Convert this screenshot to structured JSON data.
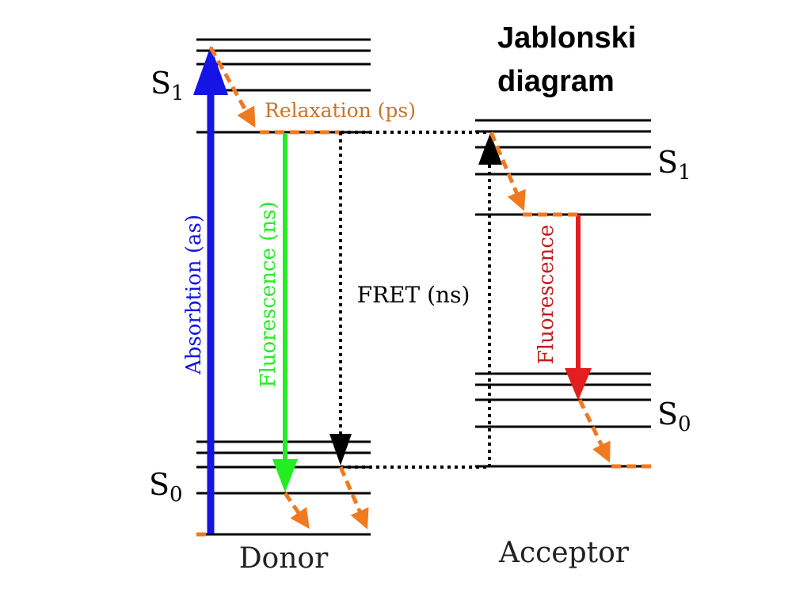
{
  "title": {
    "line1": "Jablonski",
    "line2": "diagram"
  },
  "donor": {
    "label": "Donor",
    "s1": {
      "letter": "S",
      "sub": "1"
    },
    "s0": {
      "letter": "S",
      "sub": "0"
    }
  },
  "acceptor": {
    "label": "Acceptor",
    "s1": {
      "letter": "S",
      "sub": "1"
    },
    "s0": {
      "letter": "S",
      "sub": "0"
    }
  },
  "processes": {
    "relaxation": "Relaxation (ps)",
    "absorption": "Absorbtion (as)",
    "fluorescence_donor": "Fluorescence (ns)",
    "fret": "FRET (ns)",
    "fluorescence_acceptor": "Fluorescence"
  },
  "colors": {
    "absorption": "#1414e6",
    "fluorescence_donor": "#22ee22",
    "fluorescence_acceptor": "#e41e1e",
    "relaxation": "#f07a20",
    "relaxation_text": "#c9742a",
    "fret": "#000000",
    "levels": "#000000"
  }
}
